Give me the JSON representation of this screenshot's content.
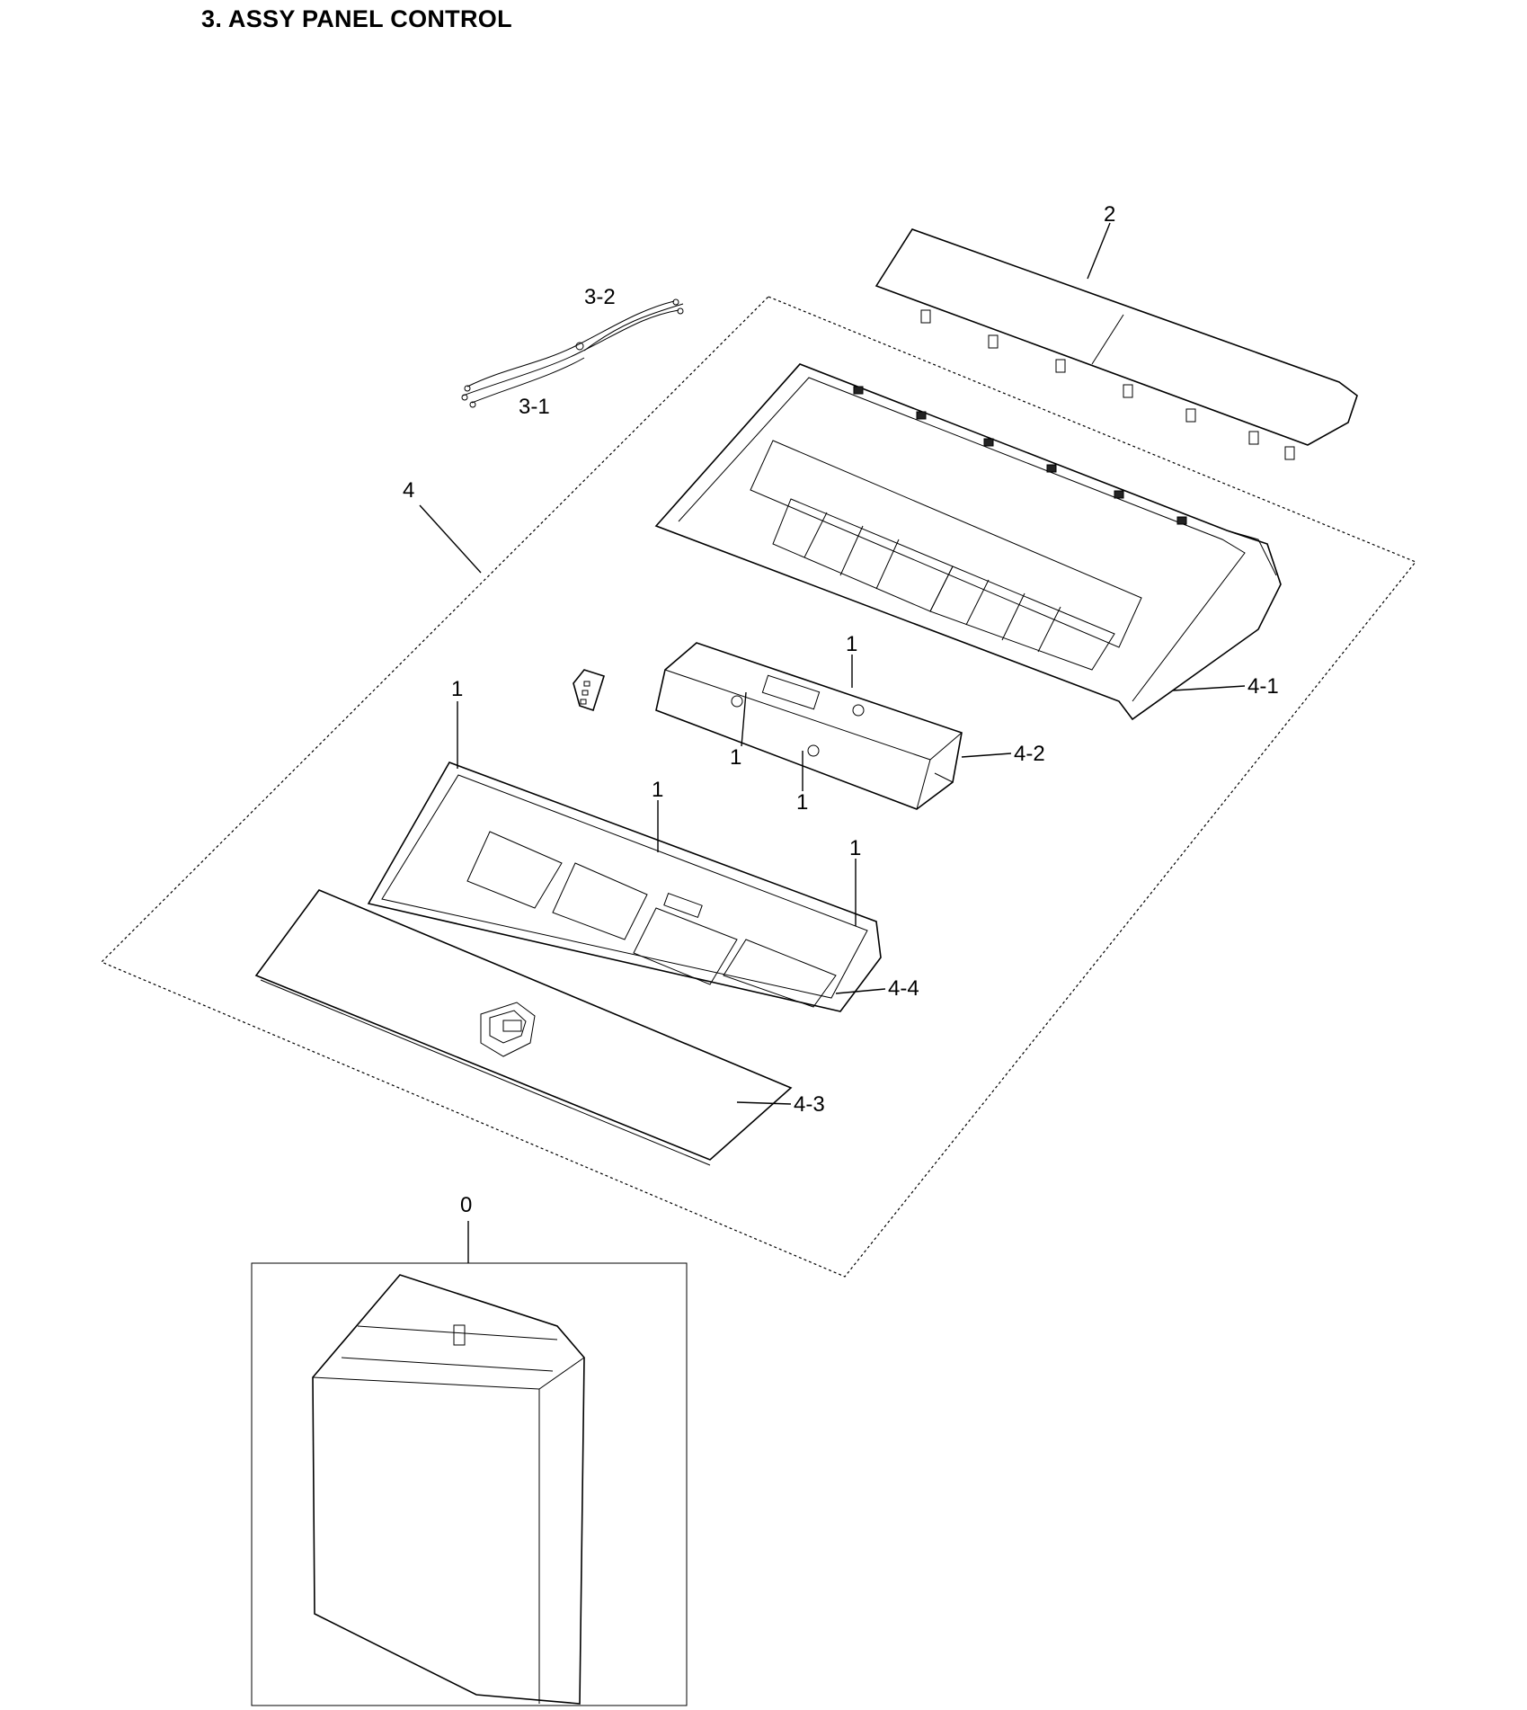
{
  "title": "3. ASSY PANEL CONTROL",
  "callouts": {
    "part_2": "2",
    "part_3_2": "3-2",
    "part_3_1": "3-1",
    "part_4": "4",
    "part_1_a": "1",
    "part_1_b": "1",
    "part_1_c": "1",
    "part_1_d": "1",
    "part_1_e": "1",
    "part_1_f": "1",
    "part_4_1": "4-1",
    "part_4_2": "4-2",
    "part_4_3": "4-3",
    "part_4_4": "4-4",
    "part_0": "0"
  }
}
